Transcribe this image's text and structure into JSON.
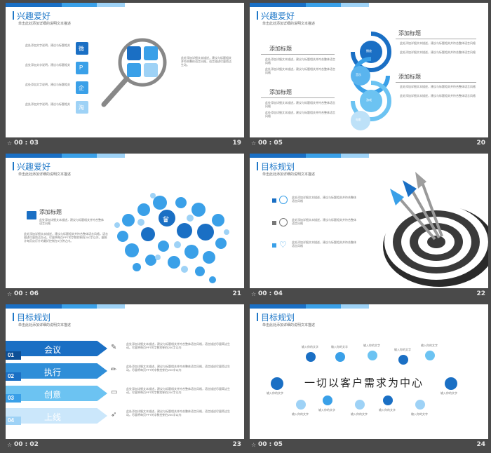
{
  "slides": [
    {
      "title": "兴趣爱好",
      "subtitle": "单击此处添加详细的说明文本描述",
      "time": "00 : 03",
      "number": "19",
      "items": [
        "此处添加文字说明，建议与标题相关",
        "此处添加文字说明，建议与标题相关",
        "此处添加文字说明，建议与标题相关",
        "此处添加文字说明，建议与标题相关"
      ],
      "icon_glyphs": [
        "微",
        "P",
        "企",
        "淘"
      ],
      "right_text": "此处添加详细文本描述，建议与标题相关并符合整体语言风格，语言描述尽量简洁生动。"
    },
    {
      "title": "兴趣爱好",
      "subtitle": "单击此处添加详细的说明文本描述",
      "time": "00 : 05",
      "number": "20",
      "heading_left_1": "添加标题",
      "heading_left_2": "添加标题",
      "heading_right_1": "添加标题",
      "heading_right_2": "添加标题",
      "bullet_text": "此处添加详细文本描述，建议与标题相关并符合整体语言风格",
      "circle_labels": [
        "播放",
        "音乐",
        "游戏",
        "电影"
      ]
    },
    {
      "title": "兴趣爱好",
      "subtitle": "单击此处添加详细的说明文本描述",
      "time": "00 : 06",
      "number": "21",
      "heading": "添加标题",
      "text_1": "此处添加详细文本描述，建议与标题相关并符合整体语言风格",
      "text_2": "此处添加详细文本描述，建议与标题相关并符合整体语言风格，语言描述尽量简洁生动。尽量将每页PPT的字数控制在200字以内，据统计每页幻灯片的最好控制在5分钟之内。"
    },
    {
      "title": "目标规划",
      "subtitle": "单击此处添加详细的说明文本描述",
      "time": "00 : 04",
      "number": "22",
      "items": [
        "此处添加详细文本描述，建议与标题相关并符合整体语言风格",
        "此处添加详细文本描述，建议与标题相关并符合整体语言风格",
        "此处添加详细文本描述，建议与标题相关并符合整体语言风格"
      ]
    },
    {
      "title": "目标规划",
      "subtitle": "单击此处添加详细的说明文本描述",
      "time": "00 : 02",
      "number": "23",
      "rows": [
        {
          "num": "01",
          "label": "会议"
        },
        {
          "num": "02",
          "label": "执行"
        },
        {
          "num": "03",
          "label": "创意"
        },
        {
          "num": "04",
          "label": "上线"
        }
      ],
      "row_text": "此处添加详细文本描述，建议与标题相关并符合整体语言风格，语言描述尽量简洁生动。尽量将每页PPT的字数控制在200字以内"
    },
    {
      "title": "目标规划",
      "subtitle": "单击此处添加详细的说明文本描述",
      "time": "00 : 05",
      "number": "24",
      "center_text": "一切以客户需求为中心",
      "node_label": "输入你的文字"
    }
  ],
  "colors": {
    "primary": "#1a6fc4",
    "secondary": "#3aa0e8",
    "light": "#9ed2f6",
    "background": "#4a4a4a"
  }
}
